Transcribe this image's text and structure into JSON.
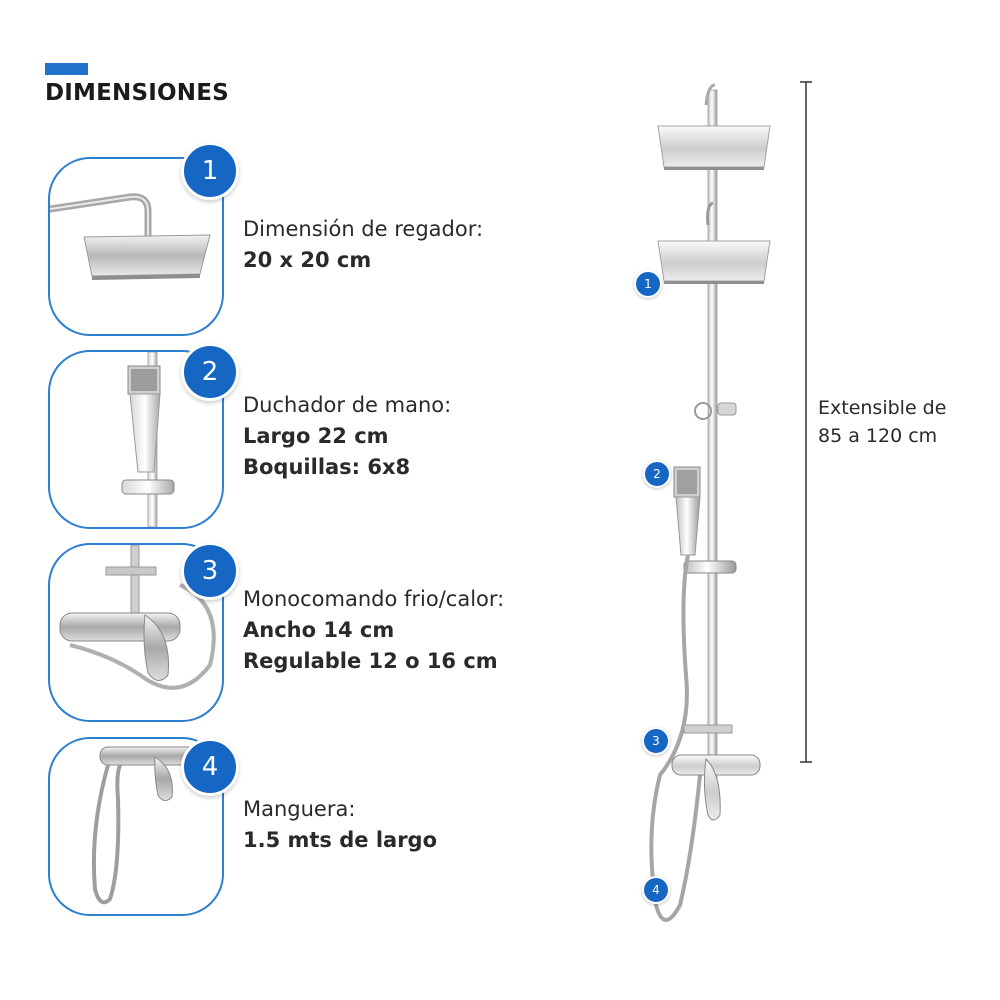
{
  "header": {
    "title": "DIMENSIONES"
  },
  "items": [
    {
      "number": "1",
      "label": "Dimensión de regador:",
      "lines": [
        "20 x 20 cm"
      ]
    },
    {
      "number": "2",
      "label": "Duchador de mano:",
      "lines": [
        "Largo 22 cm",
        "Boquillas: 6x8"
      ]
    },
    {
      "number": "3",
      "label": "Monocomando frio/calor:",
      "lines": [
        "Ancho 14 cm",
        "Regulable 12 o 16 cm"
      ]
    },
    {
      "number": "4",
      "label": "Manguera:",
      "lines": [
        "1.5 mts de largo"
      ]
    }
  ],
  "extensible": {
    "line1": "Extensible de",
    "line2": "85 a 120 cm"
  },
  "colors": {
    "accent": "#1666c4",
    "border": "#2d7fd0",
    "header_bar": "#1f72c8"
  }
}
